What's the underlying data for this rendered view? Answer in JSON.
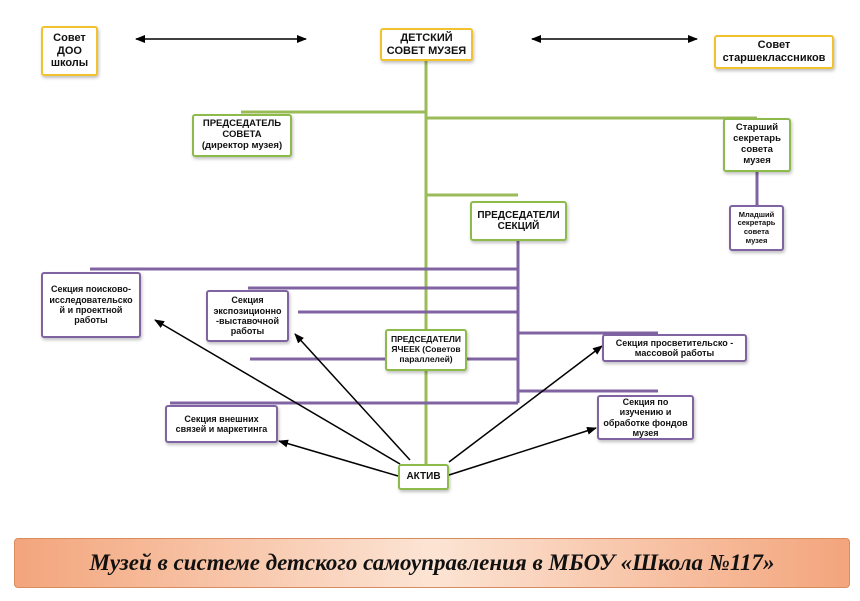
{
  "colors": {
    "green_line": "#9bbb59",
    "purple_line": "#8064a2",
    "yellow_border": "#f2c22e",
    "banner_gradient_edge": "#f3a57c",
    "banner_gradient_center": "#fce4d4"
  },
  "nodes": {
    "sovet_doo": "Совет\nДОО\nшколы",
    "children_council": "ДЕТСКИЙ\nСОВЕТ МУЗЕЯ",
    "senior_council": "Совет\nстаршеклассников",
    "chairman": "ПРЕДСЕДАТЕЛЬ\nСОВЕТА\n(директор музея)",
    "senior_secretary": "Старший\nсекретарь\nсовета\nмузея",
    "junior_secretary": "Младший\nсекретарь\nсовета\nмузея",
    "section_chairs": "ПРЕДСЕДАТЕЛИ\nСЕКЦИЙ",
    "cell_chairs": "ПРЕДСЕДАТЕЛИ\nЯЧЕЕК (Советов\nпараллелей)",
    "section_search": "Секция поисково-\nисследовательско\nй и проектной\nработы",
    "section_exposition": "Секция\nэкспозиционно\n-выставочной\nработы",
    "section_external": "Секция внешних\nсвязей и маркетинга",
    "section_education": "Секция просветительско -\nмассовой работы",
    "section_funds": "Секция по\nизучению и\nобработке фондов\nмузея",
    "activ": "АКТИВ"
  },
  "banner_title": "Музей в системе детского самоуправления в МБОУ  «Школа №117»"
}
